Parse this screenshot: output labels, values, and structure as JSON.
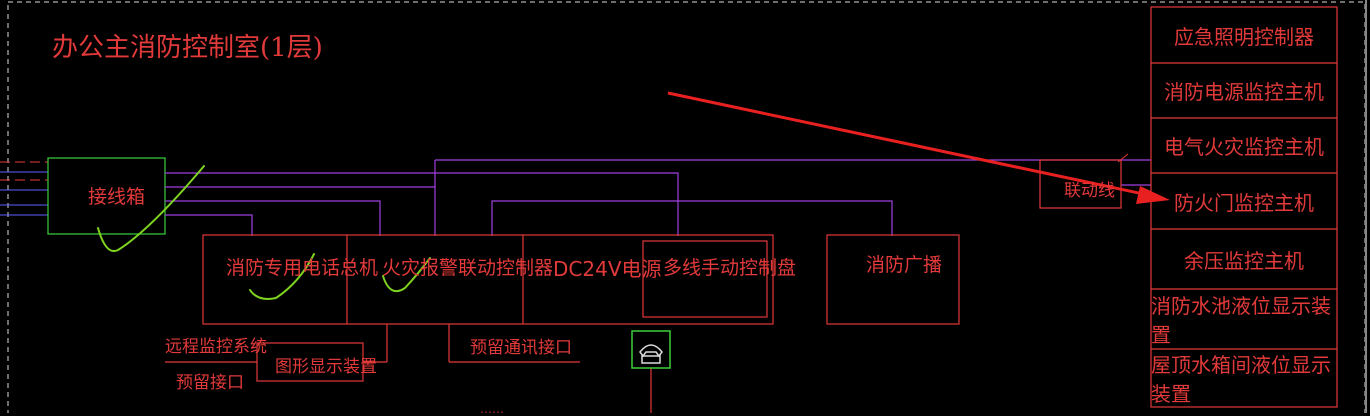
{
  "title": "办公主消防控制室(1层)",
  "junction_box": "接线箱",
  "panel_units": [
    "消防专用电话总机",
    "火灾报警联动控制器",
    "DC24V电源",
    "多线手动控制盘"
  ],
  "broadcast": "消防广播",
  "linkage_line": "联动线",
  "remote_monitor_line1": "远程监控系统",
  "remote_monitor_line2": "预留接口",
  "graphic_display": "图形显示装置",
  "reserved_comm": "预留通讯接口",
  "bottom_partial": "……",
  "right_column": [
    "应急照明控制器",
    "消防电源监控主机",
    "电气火灾监控主机",
    "防火门监控主机",
    "余压监控主机",
    "消防水池液位显示装置",
    "屋顶水箱间液位显示装置"
  ],
  "colors": {
    "background": "#000000",
    "cad_red": "#e23a3a",
    "cad_purple": "#a040e0",
    "cad_green": "#3ccf3c",
    "annotation_green": "#7ed321",
    "arrow_red": "#e82020"
  }
}
